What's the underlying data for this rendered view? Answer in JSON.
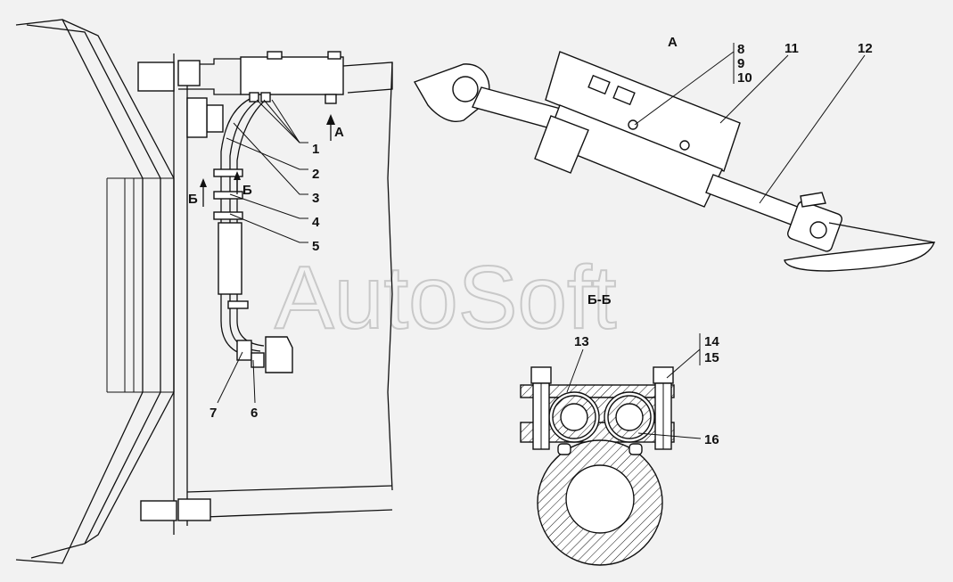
{
  "watermark": "AutoSoft",
  "views": {
    "view_a_title": "А",
    "section_title": "Б-Б",
    "arrow_a_label": "А",
    "cut_left_label": "Б",
    "cut_right_label": "Б"
  },
  "callouts": {
    "c1": "1",
    "c2": "2",
    "c3": "3",
    "c4": "4",
    "c5": "5",
    "c6": "6",
    "c7": "7",
    "c8": "8",
    "c9": "9",
    "c10": "10",
    "c11": "11",
    "c12": "12",
    "c13": "13",
    "c14": "14",
    "c15": "15",
    "c16": "16"
  }
}
